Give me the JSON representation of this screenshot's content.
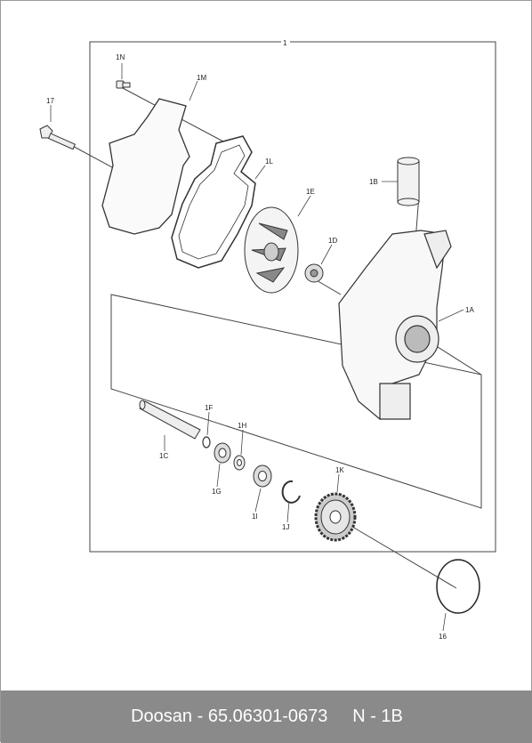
{
  "diagram": {
    "labels": {
      "l1": "1",
      "l1N": "1N",
      "l1M": "1M",
      "l17": "17",
      "l1L": "1L",
      "l1E": "1E",
      "l1B": "1B",
      "l1D": "1D",
      "l1A": "1A",
      "l1F": "1F",
      "l1H": "1H",
      "l1C": "1C",
      "l1G": "1G",
      "l1K": "1K",
      "l1I": "1I",
      "l1J": "1J",
      "l16": "16"
    }
  },
  "footer": {
    "brand": "Doosan",
    "separator": " - ",
    "part_number": "65.06301-0673",
    "gap": "     ",
    "code": "N - 1B"
  },
  "colors": {
    "line": "#444444",
    "footer_bg": "#8a8a8a",
    "footer_text": "#ffffff"
  }
}
